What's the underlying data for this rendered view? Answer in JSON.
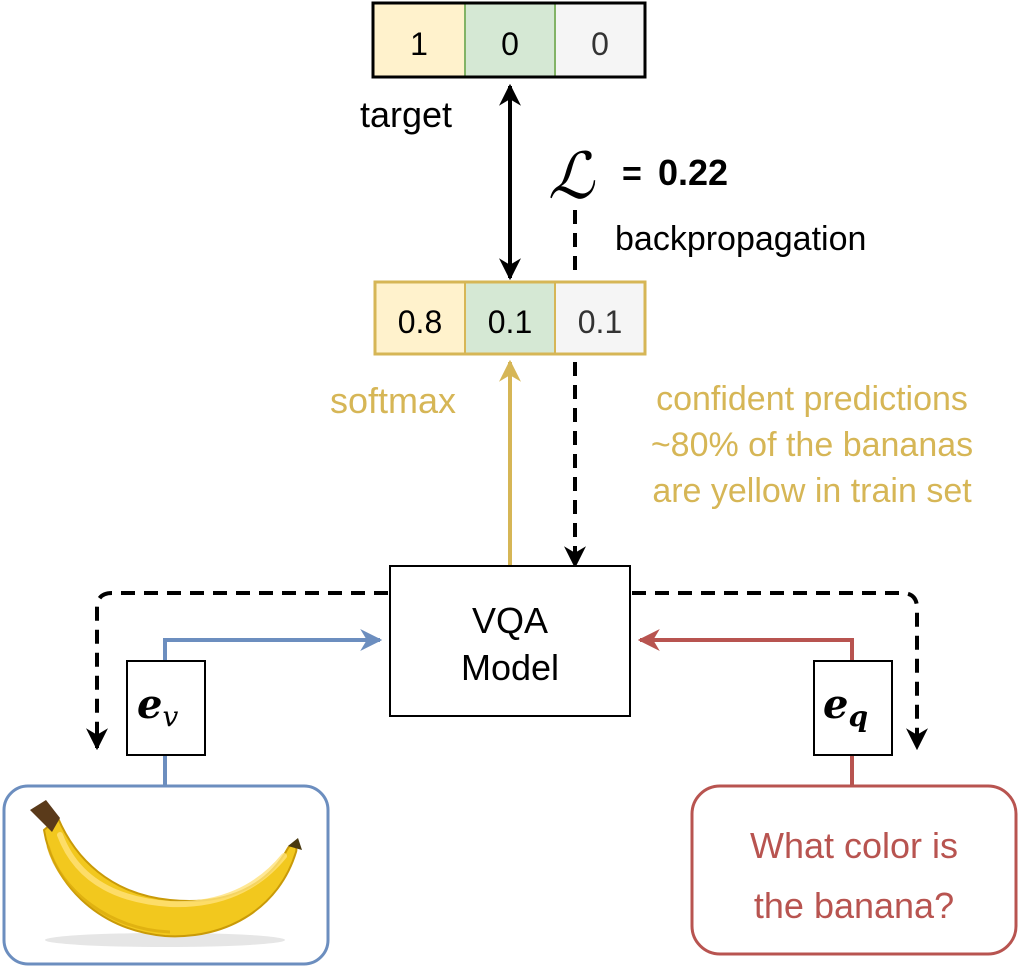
{
  "colors": {
    "yellow_cell": "#fff2cc",
    "green_cell": "#d5e8d4",
    "gray_cell": "#f5f5f5",
    "gold": "#d6b656",
    "blue": "#6c8ebf",
    "red": "#b85450",
    "black": "#000000"
  },
  "target": {
    "label": "target",
    "cells": [
      "1",
      "0",
      "0"
    ]
  },
  "prediction": {
    "cells": [
      "0.8",
      "0.1",
      "0.1"
    ]
  },
  "loss": {
    "symbol": "ℒ",
    "equals": "=",
    "value": "0.22",
    "backprop_label": "backpropagation"
  },
  "softmax_label": "softmax",
  "annotation": {
    "lines": [
      "confident predictions",
      "~80% of the bananas",
      "are yellow in train set"
    ]
  },
  "model": {
    "lines": [
      "VQA",
      "Model"
    ]
  },
  "embeddings": {
    "visual_base": "e",
    "visual_sub": "v",
    "question_base": "e",
    "question_sub": "q"
  },
  "question": {
    "lines": [
      "What color is",
      "the banana?"
    ]
  },
  "image": {
    "icon": "banana-icon"
  }
}
